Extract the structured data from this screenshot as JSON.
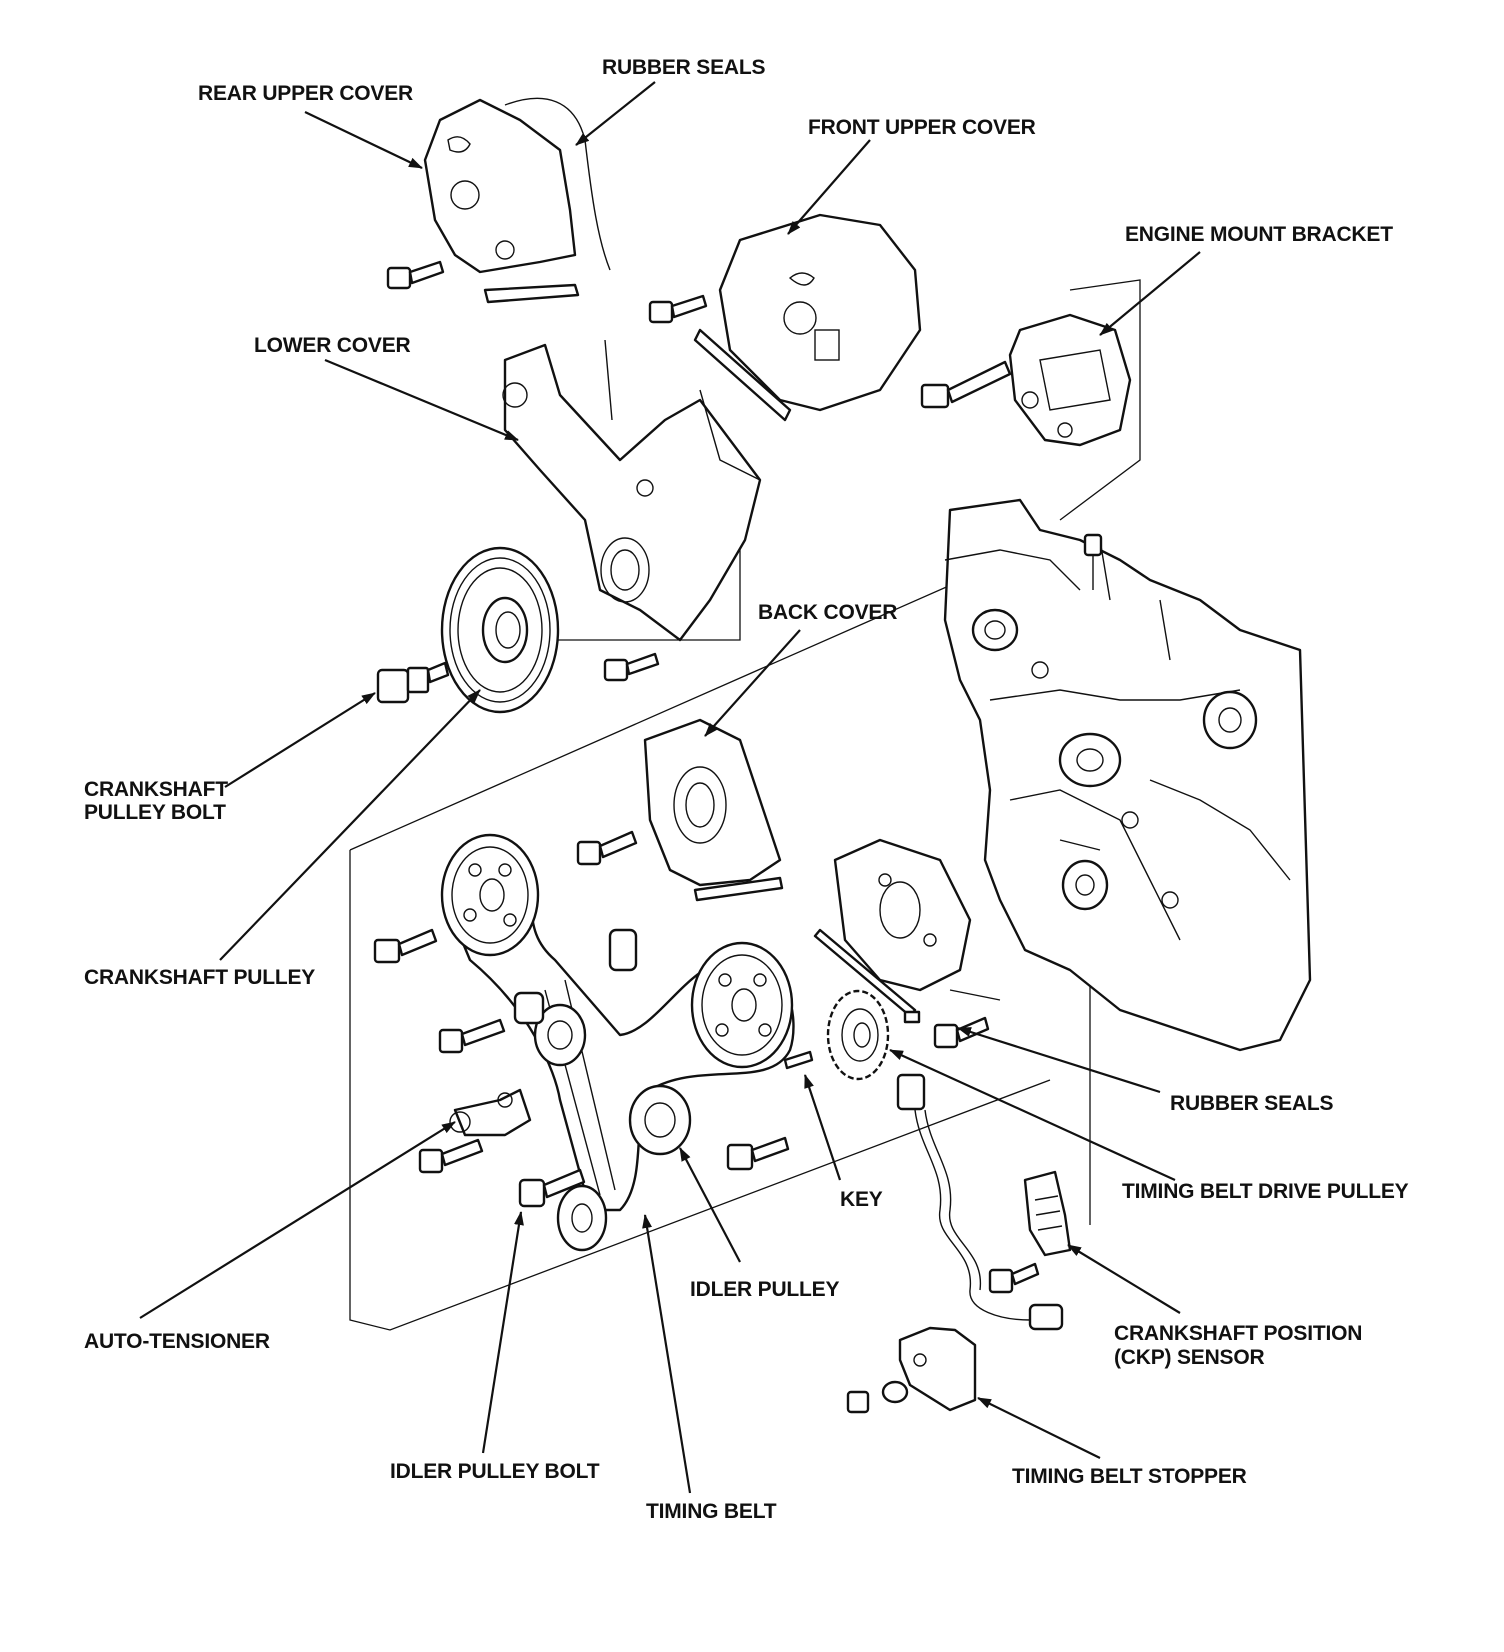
{
  "labels": {
    "rear_upper_cover": "REAR UPPER COVER",
    "rubber_seals_top": "RUBBER SEALS",
    "front_upper_cover": "FRONT UPPER COVER",
    "engine_mount_bracket": "ENGINE MOUNT BRACKET",
    "lower_cover": "LOWER COVER",
    "back_cover": "BACK COVER",
    "crankshaft_pulley_bolt_1": "CRANKSHAFT",
    "crankshaft_pulley_bolt_2": "PULLEY BOLT",
    "crankshaft_pulley": "CRANKSHAFT PULLEY",
    "rubber_seals_right": "RUBBER SEALS",
    "timing_belt_drive_pulley": "TIMING BELT DRIVE PULLEY",
    "key": "KEY",
    "idler_pulley": "IDLER PULLEY",
    "auto_tensioner": "AUTO-TENSIONER",
    "ckp_sensor_1": "CRANKSHAFT POSITION",
    "ckp_sensor_2": "(CKP) SENSOR",
    "idler_pulley_bolt": "IDLER PULLEY BOLT",
    "timing_belt": "TIMING BELT",
    "timing_belt_stopper": "TIMING BELT STOPPER"
  }
}
